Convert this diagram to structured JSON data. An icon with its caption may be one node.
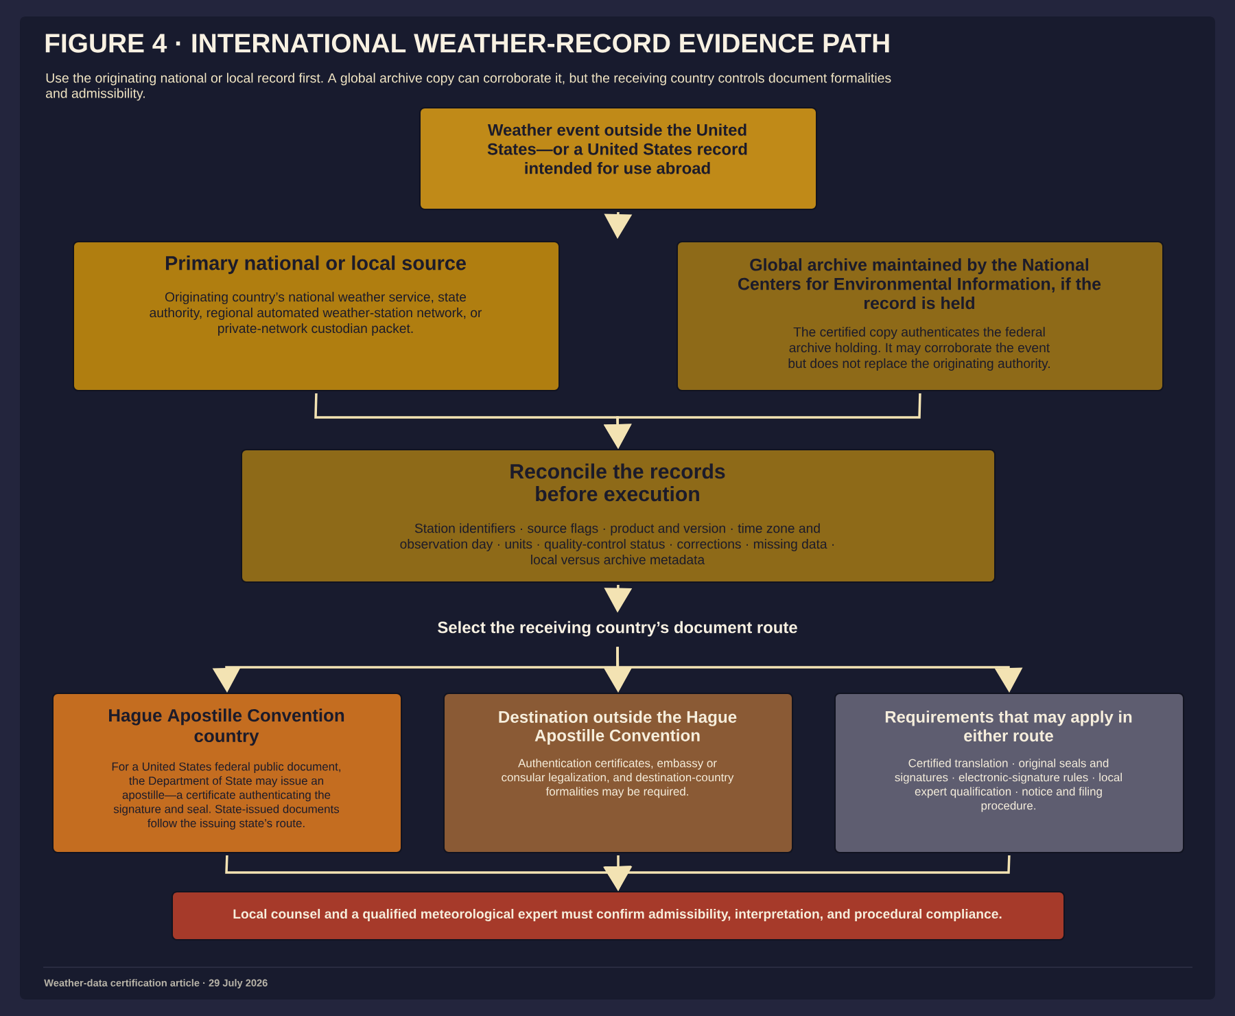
{
  "diagram": {
    "title": "FIGURE 4 · INTERNATIONAL WEATHER-RECORD EVIDENCE PATH",
    "nodes": [
      {
        "text": [
          "Weather event outside the United States—or a United States record intended for use abroad"
        ]
      },
      {
        "text": [
          "Primary national or local source",
          "Originating country’s national weather service, state authority, regional automated weather-station network, or private-network custodian packet."
        ]
      },
      {
        "text": [
          "Global archive maintained by the National Centers for Environmental Information, if the record is held",
          "The certified copy authenticates the federal archive holding. It may corroborate the event but does not replace the originating authority."
        ]
      },
      {
        "text": [
          "Reconcile the records before execution",
          "Station identifiers · source flags · product and version · time zone and observation day · units · quality-control status · corrections · missing data · local versus archive metadata"
        ]
      },
      {
        "text": [
          "Select the receiving country’s document route"
        ]
      },
      {
        "text": [
          "Hague Apostille Convention country",
          "For a United States federal public document, the Department of State may issue an apostille—a certificate authenticating the signature and seal. State-issued documents follow the issuing state’s route."
        ]
      },
      {
        "text": [
          "Destination outside the Hague Apostille Convention",
          "Authentication certificates, embassy or consular legalization, and destination-country formalities may be required."
        ]
      },
      {
        "text": [
          "Requirements that may apply in either route",
          "Certified translation · original seals and signatures · electronic-signature rules · local expert qualification · notice and filing procedure."
        ]
      },
      {
        "text": [
          "Local counsel and a qualified meteorological expert must confirm admissibility, interpretation, and procedural compliance."
        ]
      }
    ],
    "edges": [
      {
        "from": 0,
        "to": null,
        "arrow": "to"
      },
      {
        "from": 1,
        "to": 3,
        "arrow": "to"
      },
      {
        "from": 2,
        "to": 3,
        "arrow": "to"
      },
      {
        "from": 3,
        "to": 4,
        "arrow": "to"
      },
      {
        "from": 4,
        "to": 5,
        "arrow": "to"
      },
      {
        "from": 4,
        "to": 6,
        "arrow": "to"
      },
      {
        "from": 4,
        "to": 7,
        "arrow": "to"
      },
      {
        "from": 5,
        "to": 8,
        "arrow": "to"
      },
      {
        "from": 6,
        "to": 8,
        "arrow": "to"
      },
      {
        "from": 7,
        "to": 8,
        "arrow": "to"
      }
    ],
    "labels": [
      "Use the originating national or local record first. A global archive copy can corroborate it, but the receiving country controls document formalities and admissibility.",
      "Weather-data certification article · 29 July 2026"
    ]
  }
}
